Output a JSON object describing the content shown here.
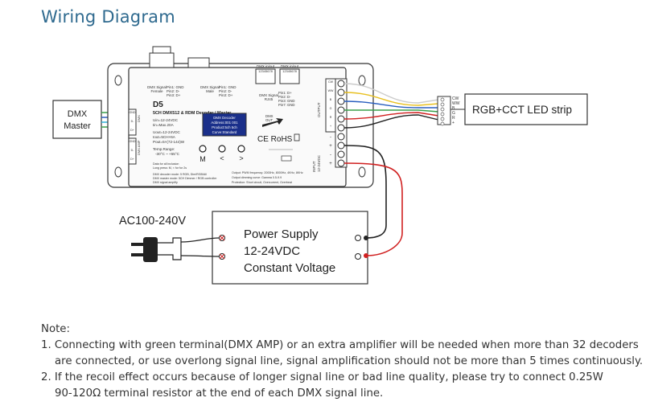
{
  "title": "Wiring Diagram",
  "dmx_master": {
    "line1": "DMX",
    "line2": "Master"
  },
  "device": {
    "model": "D5",
    "name": "5CH DMX512 & RDM Decoder / Master",
    "specs": [
      "Uin=12-24VDC",
      "Iin=Max.20A",
      "Uout=12-24VDC",
      "Iout=5CH×6A",
      "Pout=5×(72-144)W",
      "Temp.Range:",
      "-30°C ~ +55°C"
    ],
    "xlr_labels": [
      {
        "title": "DMX Signal\nFemale",
        "pins": "Pin1: GND\nPin2: D-\nPin3: D+"
      },
      {
        "title": "DMX Signal\nMale",
        "pins": "Pin1: GND\nPin2: D-\nPin3: D+"
      }
    ],
    "rj45_labels": [
      {
        "title": "DMX in/out",
        "pins": "12345678"
      },
      {
        "title": "DMX in/out",
        "pins": "12345678"
      }
    ],
    "rj45_signal": {
      "title": "DMX Signal\nRJ45",
      "pins": "Pin1: D+\nPin2: D-\nPin3: GND\nPin7: GND"
    },
    "display": [
      "DMX   Decoder",
      "Address:001    001",
      "Product:5ch    5ch",
      "Curve:Standard"
    ],
    "buttons": [
      "M",
      "<",
      ">"
    ],
    "cert": "CE RoHS",
    "output_label": "OUTPUT",
    "input_label": "INPUT\n12-24VDC",
    "left_terminals": [
      "GND",
      "D-",
      "D+",
      "GND",
      "D-",
      "D+"
    ],
    "left_terminal_groups": [
      "DMX",
      "DMX AMP"
    ],
    "dmx_arrow": "DMX\nOUT",
    "output_terminals": [
      "CW",
      "WW",
      "B",
      "G",
      "R",
      "+"
    ],
    "input_terminals": [
      "-",
      "+",
      "-",
      "+"
    ],
    "footnotes": [
      "Data for all inclusion",
      "Long press: M, < for for 2s",
      "DMX decoder mode: 5 RGB, Dim/RGB/All",
      "DMX master mode: 5CH Dimmer / RGB controller",
      "DMX signal amplify"
    ],
    "footnotes_right": [
      "Output: PWM frequency: 2000Hz, 8000Hz, 4KHz, 8KHz",
      "Output dimming curve: Gamma 0.5-9.9",
      "Protection: Short circuit, Overcurrent, Overheat"
    ]
  },
  "led_strip": {
    "label": "RGB+CCT LED strip",
    "pins": [
      "CW",
      "WW",
      "B",
      "G",
      "R",
      "+"
    ]
  },
  "power_supply": {
    "lines": [
      "Power Supply",
      "12-24VDC",
      "Constant Voltage"
    ]
  },
  "ac_label": "AC100-240V",
  "notes": {
    "heading": "Note:",
    "items": [
      {
        "first": "1. Connecting with green terminal(DMX AMP) or an extra amplifier will be needed when more than 32 decoders",
        "rest": "are connected, or use overlong signal line, signal amplification should not be more than 5 times continuously."
      },
      {
        "first": "2. If the recoil effect occurs because of longer signal line or bad line quality, please try to connect 0.25W",
        "rest": "90-120Ω terminal resistor at the end of each DMX signal line."
      }
    ]
  },
  "colors": {
    "title": "#2f6a8f",
    "outline": "#333333",
    "green": "#3aa04a",
    "blue": "#2a5fbf",
    "red": "#d02020",
    "white_wire": "#cccccc",
    "cyan_wire": "#2fb0d8",
    "yellow_wire": "#e8c020",
    "panel": "#fafafa"
  }
}
